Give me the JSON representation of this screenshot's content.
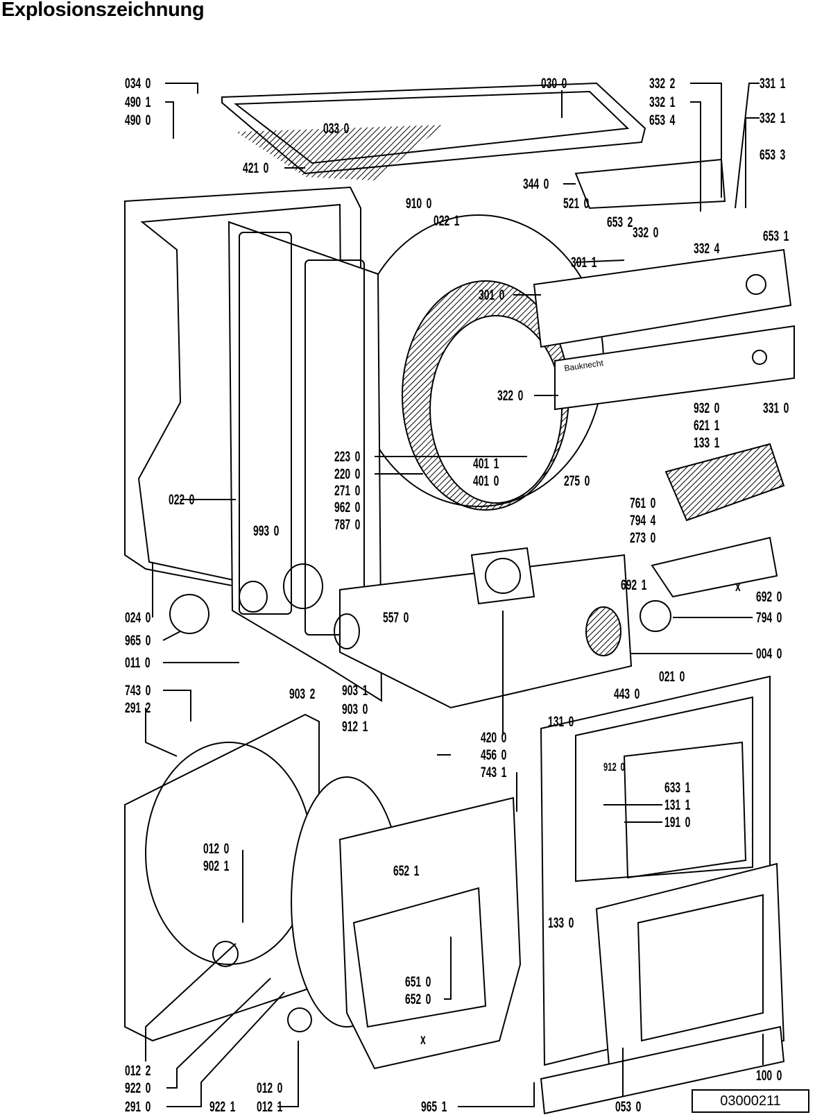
{
  "title": "Explosionszeichnung",
  "drawing_code": "03000211",
  "nameplate_text": "Bauknecht",
  "labels": [
    "034 0",
    "490 1",
    "490 0",
    "421 0",
    "033 0",
    "030 0",
    "332 2",
    "332 1",
    "653 4",
    "331 1",
    "332 1",
    "653 3",
    "344 0",
    "910 0",
    "022 1",
    "521 0",
    "653 2",
    "332 0",
    "332 4",
    "653 1",
    "301 1",
    "301 0",
    "322 0",
    "331 0",
    "932 0",
    "621 1",
    "133 1",
    "223 0",
    "220 0",
    "271 0",
    "962 0",
    "787 0",
    "401 1",
    "401 0",
    "275 0",
    "022 0",
    "993 0",
    "761 0",
    "794 4",
    "273 0",
    "692 1",
    "692 0",
    "794 0",
    "557 0",
    "024 0",
    "965 0",
    "011 0",
    "004 0",
    "443 0",
    "021 0",
    "743 0",
    "291 2",
    "903 2",
    "903 1",
    "903 0",
    "912 1",
    "131 0",
    "420 0",
    "456 0",
    "743 1",
    "912 0",
    "633 1",
    "131 1",
    "191 0",
    "012 0",
    "902 1",
    "652 1",
    "133 0",
    "651 0",
    "652 0",
    "012 2",
    "922 0",
    "291 0",
    "922 1",
    "012 0",
    "012 1",
    "965 1",
    "053 0",
    "100 0",
    "x",
    "x"
  ]
}
